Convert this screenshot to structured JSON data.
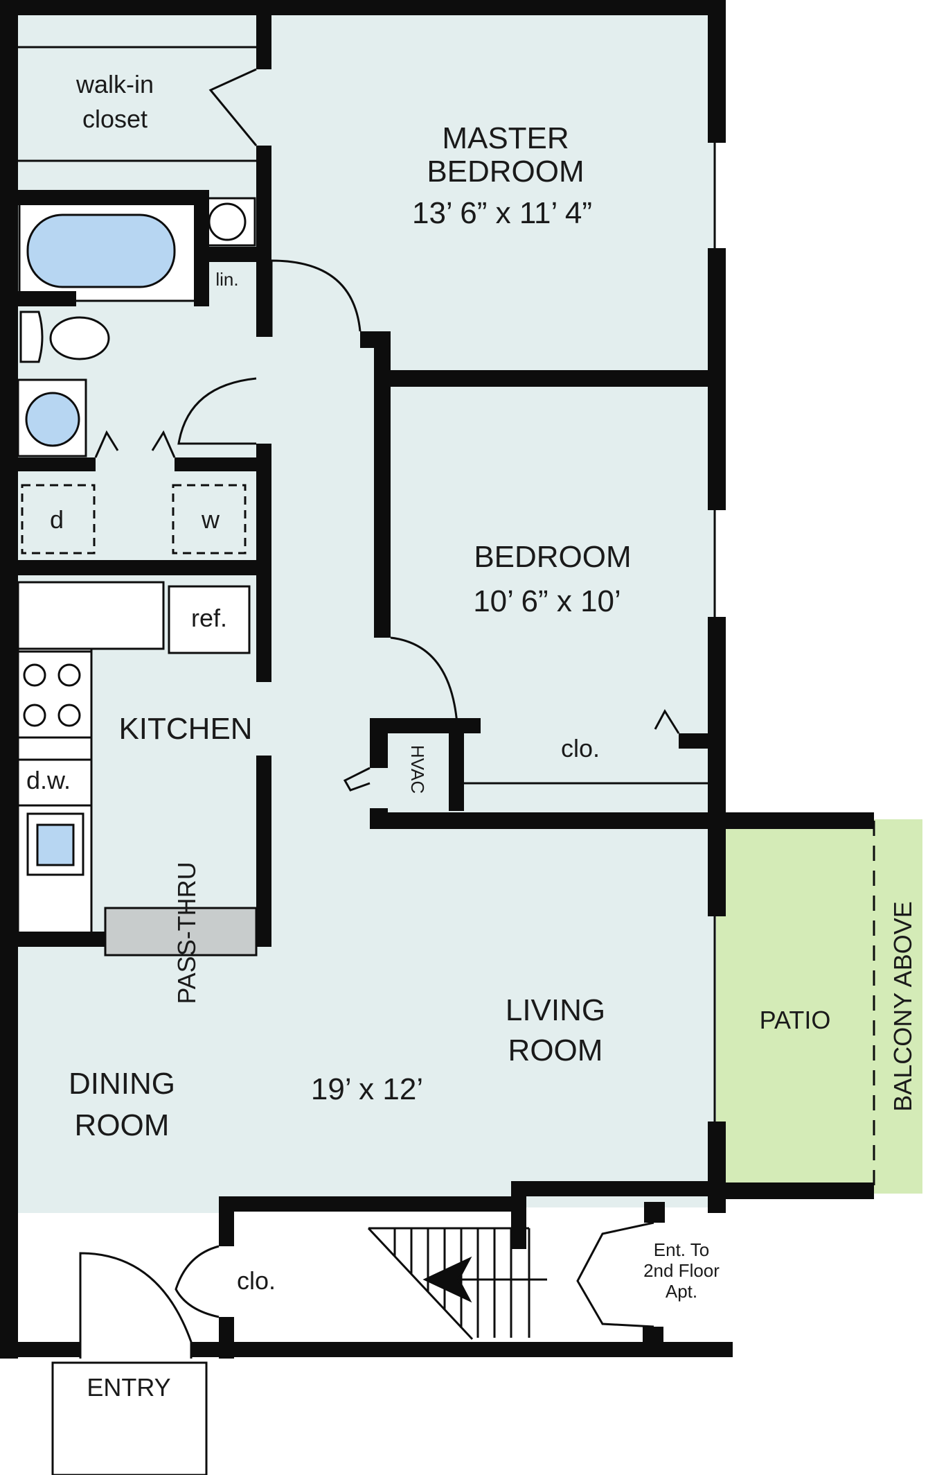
{
  "colors": {
    "floor": "#e3eeee",
    "patio": "#d4ebb7",
    "wall": "#0d0d0d",
    "fixture_blue": "#b7d6f2",
    "counter": "#ffffff",
    "passthru": "#c8cccc"
  },
  "rooms": {
    "master_bedroom": {
      "name_line1": "MASTER",
      "name_line2": "BEDROOM",
      "size": "13’ 6” x 11’ 4”"
    },
    "walk_in_closet": {
      "line1": "walk-in",
      "line2": "closet"
    },
    "linen": "lin.",
    "bedroom": {
      "name": "BEDROOM",
      "size": "10’ 6” x 10’"
    },
    "bedroom_closet": "clo.",
    "hvac": "HVAC",
    "dryer": "d",
    "washer": "w",
    "refrigerator": "ref.",
    "kitchen": "KITCHEN",
    "dishwasher": "d.w.",
    "pass_thru": "PASS-THRU",
    "living_room": {
      "line1": "LIVING",
      "line2": "ROOM",
      "size": "19’ x 12’"
    },
    "dining_room": {
      "line1": "DINING",
      "line2": "ROOM"
    },
    "patio": "PATIO",
    "balcony": "BALCONY ABOVE",
    "entry_closet": "clo.",
    "entry": "ENTRY",
    "second_floor_entrance": {
      "line1": "Ent. To",
      "line2": "2nd Floor",
      "line3": "Apt."
    }
  }
}
